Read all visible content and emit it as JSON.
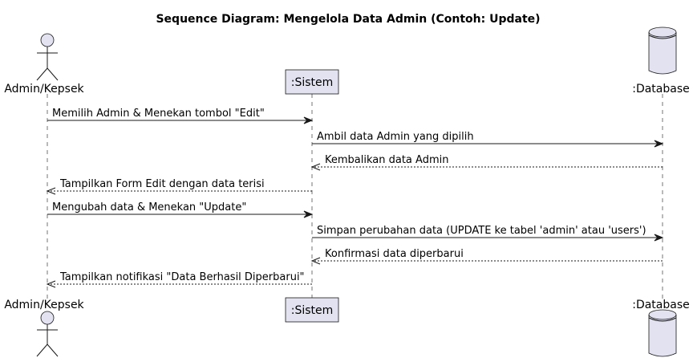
{
  "title": "Sequence Diagram: Mengelola Data Admin (Contoh: Update)",
  "participants": [
    {
      "id": "admin",
      "label": "Admin/Kepsek",
      "kind": "actor"
    },
    {
      "id": "sistem",
      "label": ":Sistem",
      "kind": "participant"
    },
    {
      "id": "db",
      "label": ":Database",
      "kind": "database"
    }
  ],
  "messages": [
    {
      "from": "admin",
      "to": "sistem",
      "label": "Memilih Admin & Menekan tombol \"Edit\"",
      "style": "solid"
    },
    {
      "from": "sistem",
      "to": "db",
      "label": "Ambil data Admin yang dipilih",
      "style": "solid"
    },
    {
      "from": "db",
      "to": "sistem",
      "label": "Kembalikan data Admin",
      "style": "dashed"
    },
    {
      "from": "sistem",
      "to": "admin",
      "label": "Tampilkan Form Edit dengan data terisi",
      "style": "dashed"
    },
    {
      "from": "admin",
      "to": "sistem",
      "label": "Mengubah data & Menekan \"Update\"",
      "style": "solid"
    },
    {
      "from": "sistem",
      "to": "db",
      "label": "Simpan perubahan data (UPDATE ke tabel 'admin' atau 'users')",
      "style": "solid"
    },
    {
      "from": "db",
      "to": "sistem",
      "label": "Konfirmasi data diperbarui",
      "style": "dashed"
    },
    {
      "from": "sistem",
      "to": "admin",
      "label": "Tampilkan notifikasi \"Data Berhasil Diperbarui\"",
      "style": "dashed"
    }
  ],
  "colors": {
    "participant_fill": "#e2e2f0",
    "line": "#181818"
  }
}
